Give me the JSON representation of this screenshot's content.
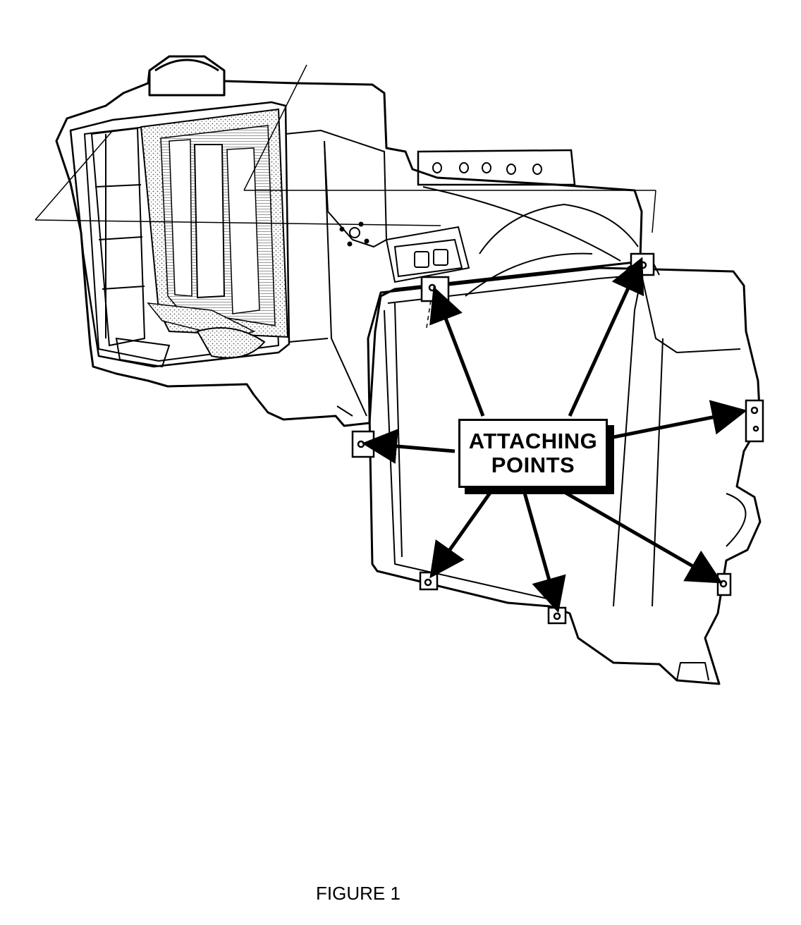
{
  "callout": {
    "line1": "ATTACHING",
    "line2": "POINTS"
  },
  "caption": "FIGURE 1",
  "colors": {
    "ink": "#000000",
    "paper": "#ffffff",
    "stipple": "#9a9a9a"
  },
  "attaching_points_count": 7
}
